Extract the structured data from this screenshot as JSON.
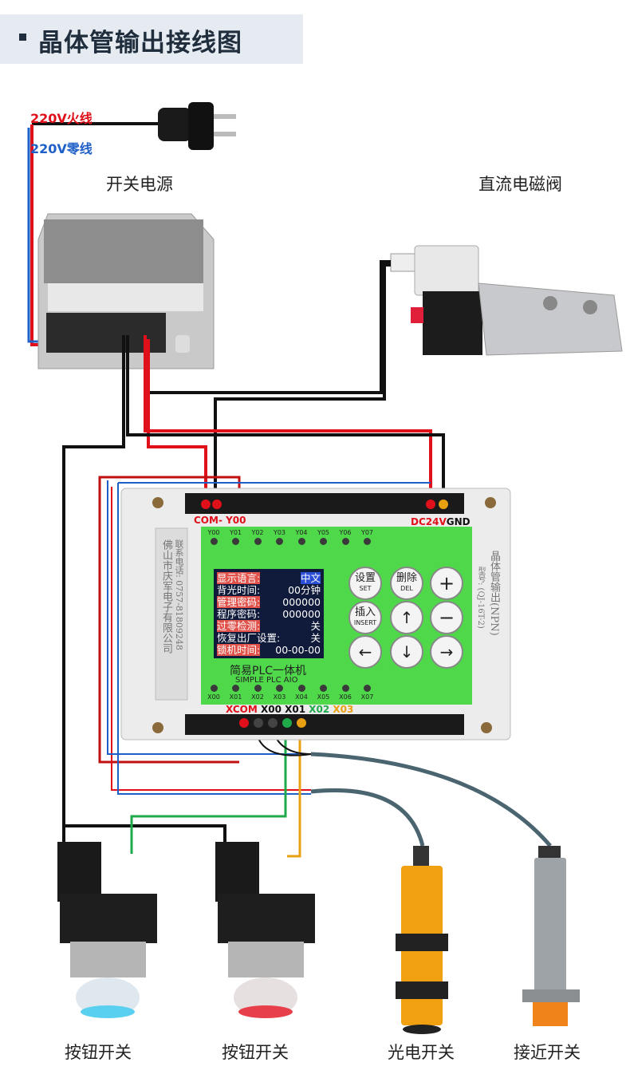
{
  "header": {
    "title": "晶体管输出接线图"
  },
  "mains": {
    "live_label": "220V火线",
    "neutral_label": "220V零线"
  },
  "devices": {
    "power_supply": "开关电源",
    "solenoid_valve": "直流电磁阀",
    "button_switch_1": "按钮开关",
    "button_switch_2": "按钮开关",
    "photoelectric_switch": "光电开关",
    "proximity_switch": "接近开关"
  },
  "plc": {
    "top_terminal_label": "COM- Y00",
    "power_label_dc": "DC24V",
    "power_label_gnd": "GND",
    "bottom_terminals": {
      "xcom": "XCOM",
      "x00": "X00",
      "x01": "X01",
      "x02": "X02",
      "x03": "X03"
    },
    "outputs": [
      "Y00",
      "Y01",
      "Y02",
      "Y03",
      "Y04",
      "Y05",
      "Y06",
      "Y07"
    ],
    "inputs": [
      "X00",
      "X01",
      "X02",
      "X03",
      "X04",
      "X05",
      "X06",
      "X07"
    ],
    "name_cn": "简易PLC一体机",
    "name_en": "SIMPLE PLC AIO",
    "left_label_company": "佛山市庆军电子有限公司",
    "left_label_phone": "联系电话: 0757-81809248",
    "right_label_type": "晶体管输出(NPN)",
    "right_label_model": "型号: (QJ-16T-2)",
    "screen": [
      {
        "label": "显示语言:",
        "value": "中文",
        "highlight": true
      },
      {
        "label": "背光时间:",
        "value": "00分钟",
        "highlight": false
      },
      {
        "label": "管理密码:",
        "value": "000000",
        "highlight": true
      },
      {
        "label": "程序密码:",
        "value": "000000",
        "highlight": false
      },
      {
        "label": "过零检测:",
        "value": "关",
        "highlight": true
      },
      {
        "label": "恢复出厂设置:",
        "value": "关",
        "highlight": false
      },
      {
        "label": "锁机时间:",
        "value": "00-00-00",
        "highlight": true
      }
    ],
    "keys": {
      "set_cn": "设置",
      "set_en": "SET",
      "del_cn": "删除",
      "del_en": "DEL",
      "insert_cn": "插入",
      "insert_en": "INSERT",
      "plus": "+",
      "minus": "−",
      "up": "↑",
      "down": "↓",
      "left": "←",
      "right": "→"
    }
  },
  "colors": {
    "live": "#e0101a",
    "neutral": "#1e5fc8",
    "black_wire": "#111111",
    "green_wire": "#1faa4a",
    "orange_wire": "#e8a010",
    "panel_green": "#4fd84a",
    "header_bg": "#e6ebf1"
  }
}
